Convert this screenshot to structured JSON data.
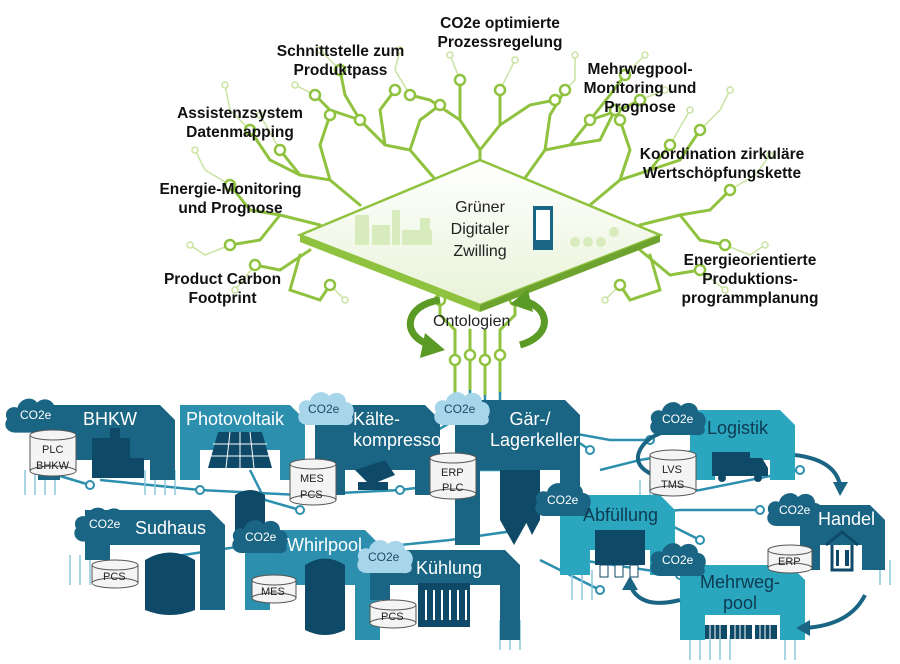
{
  "tree_labels": {
    "co2_regulation": "CO2e optimierte\nProzessregelung",
    "product_pass": "Schnittstelle zum\nProduktpass",
    "reusable_pool": "Mehrwegpool-\nMonitoring und\nPrognose",
    "assistant": "Assistenzsystem\nDatenmapping",
    "circular": "Koordination zirkuläre\nWertschöpfungskette",
    "energy_monitoring": "Energie-Monitoring\nund Prognose",
    "production_planning": "Energieorientierte\nProduktions-\nprogrammplanung",
    "carbon_footprint": "Product Carbon\nFootprint"
  },
  "twin_label": "Grüner\nDigitaler\nZwilling",
  "ontology_label": "Ontologien",
  "cloud_label": "CO2e",
  "units": {
    "bhkw": "BHKW",
    "photovoltaik": "Photovoltaik",
    "kaeltekompressor": "Kälte-\nkompressor",
    "gaer_lagerkeller": "Gär-/\nLagerkeller",
    "sudhaus": "Sudhaus",
    "whirlpool": "Whirlpool",
    "kuehlung": "Kühlung",
    "abfuellung": "Abfüllung",
    "logistik": "Logistik",
    "handel": "Handel",
    "mehrwegpool": "Mehrweg-\npool"
  },
  "systems": {
    "plc": "PLC",
    "bhkw": "BHKW",
    "mes": "MES",
    "pcs": "PCS",
    "erp": "ERP",
    "lvs": "LVS",
    "tms": "TMS"
  },
  "colors": {
    "dark_teal": "#1b6584",
    "mid_teal": "#2d8fae",
    "light_teal": "#2aa6bf",
    "deep_navy": "#0e4a68",
    "tree_green": "#8fc23f",
    "light_green": "#c9e3a2",
    "cloud_light": "#a7d5ea"
  }
}
